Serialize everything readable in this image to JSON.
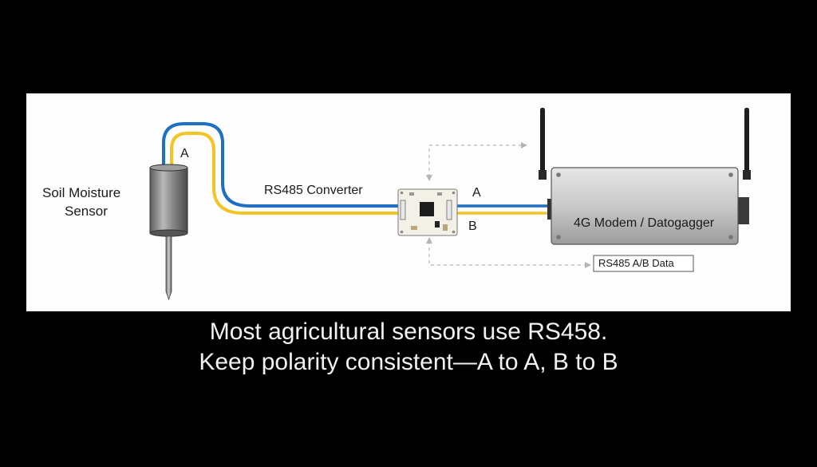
{
  "labels": {
    "sensor_line1": "Soil Moisture",
    "sensor_line2": "Sensor",
    "sensor_wire_a": "A",
    "converter": "RS485 Converter",
    "line_a": "A",
    "line_b": "B",
    "modem": "4G Modem / Datogagger",
    "data_tag": "RS485 A/B Data"
  },
  "caption": {
    "line1": "Most agricultural sensors use RS458.",
    "line2": "Keep polarity consistent—A to A, B to B"
  },
  "colors": {
    "wire_a": "#1f6fc2",
    "wire_b": "#f2c524",
    "background": "#000000",
    "panel": "#fdfdfd"
  },
  "icons": [
    "soil-sensor-probe",
    "rs485-converter-board",
    "4g-modem-box",
    "antenna"
  ]
}
